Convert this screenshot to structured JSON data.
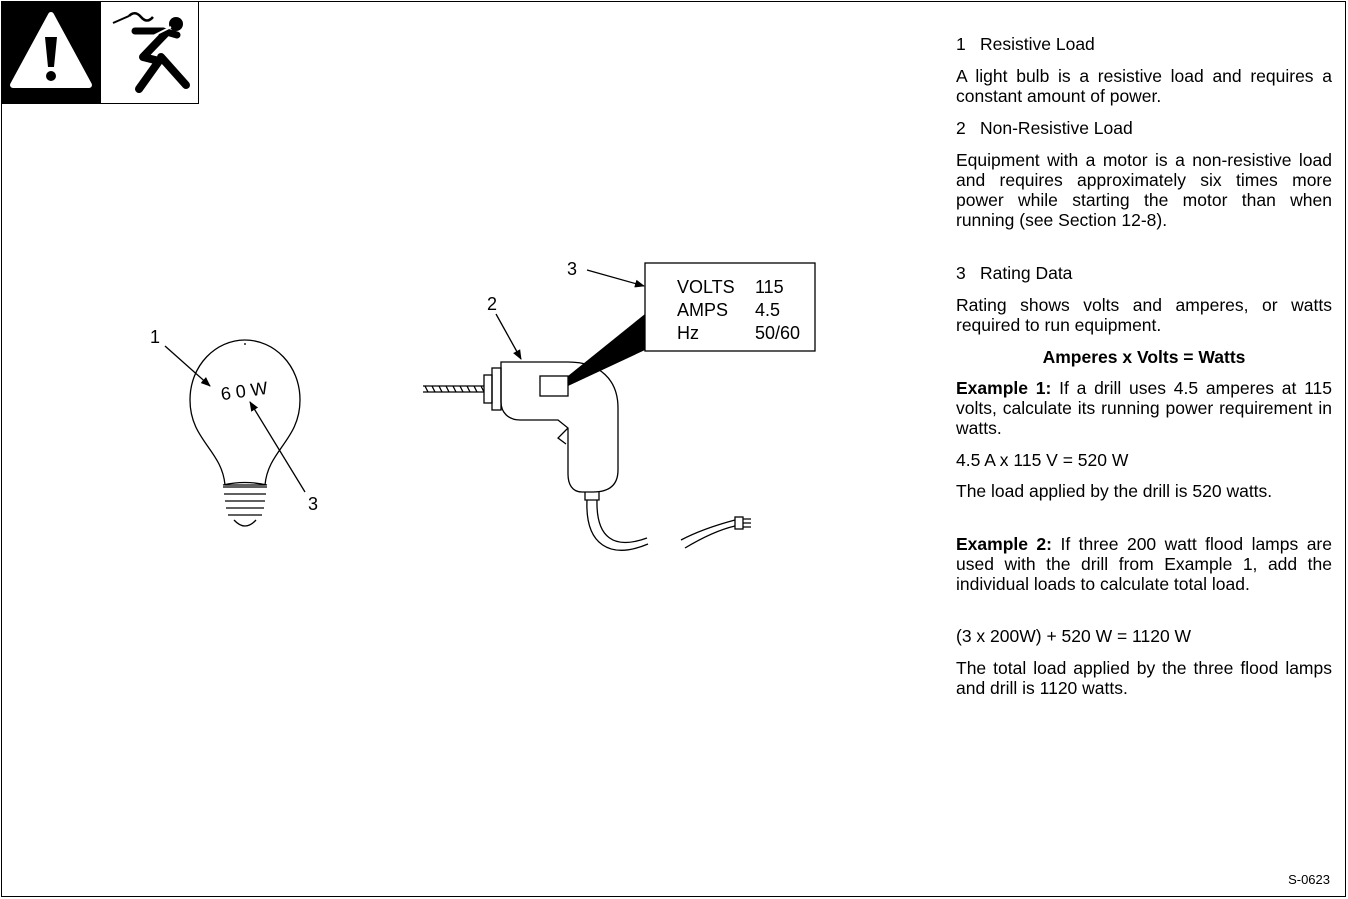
{
  "diagram": {
    "callouts": {
      "bulb": "1",
      "bulb_rating": "3",
      "drill": "2",
      "drill_rating": "3"
    },
    "bulb_text": "6 0 W",
    "rating_plate": [
      {
        "label": "VOLTS",
        "value": "115"
      },
      {
        "label": "AMPS",
        "value": "4.5"
      },
      {
        "label": "Hz",
        "value": "50/60"
      }
    ]
  },
  "text": {
    "h1_num": "1",
    "h1": "Resistive Load",
    "p1": "A light bulb is a resistive load and requires a constant amount of power.",
    "h2_num": "2",
    "h2": "Non-Resistive Load",
    "p2": "Equipment with a motor is a non-resistive load and requires approximately six times more power while starting the motor than when running (see Section 12-8).",
    "h3_num": "3",
    "h3": "Rating Data",
    "p3": "Rating shows volts and amperes, or watts required to run equipment.",
    "formula": "Amperes x Volts = Watts",
    "ex1_label": "Example 1:",
    "ex1": " If a drill uses 4.5 amperes at 115 volts, calculate its running power requirement in watts.",
    "calc1": "4.5 A x 115 V = 520 W",
    "p4": "The load applied by the drill is 520 watts.",
    "ex2_label": "Example 2:",
    "ex2": " If three 200 watt flood lamps are used with the drill from Example 1, add the individual loads to calculate total load.",
    "calc2": "(3 x 200W) + 520 W = 1120 W",
    "p5": "The total load applied by the three flood lamps and drill is 1120 watts."
  },
  "figure_code": "S-0623"
}
